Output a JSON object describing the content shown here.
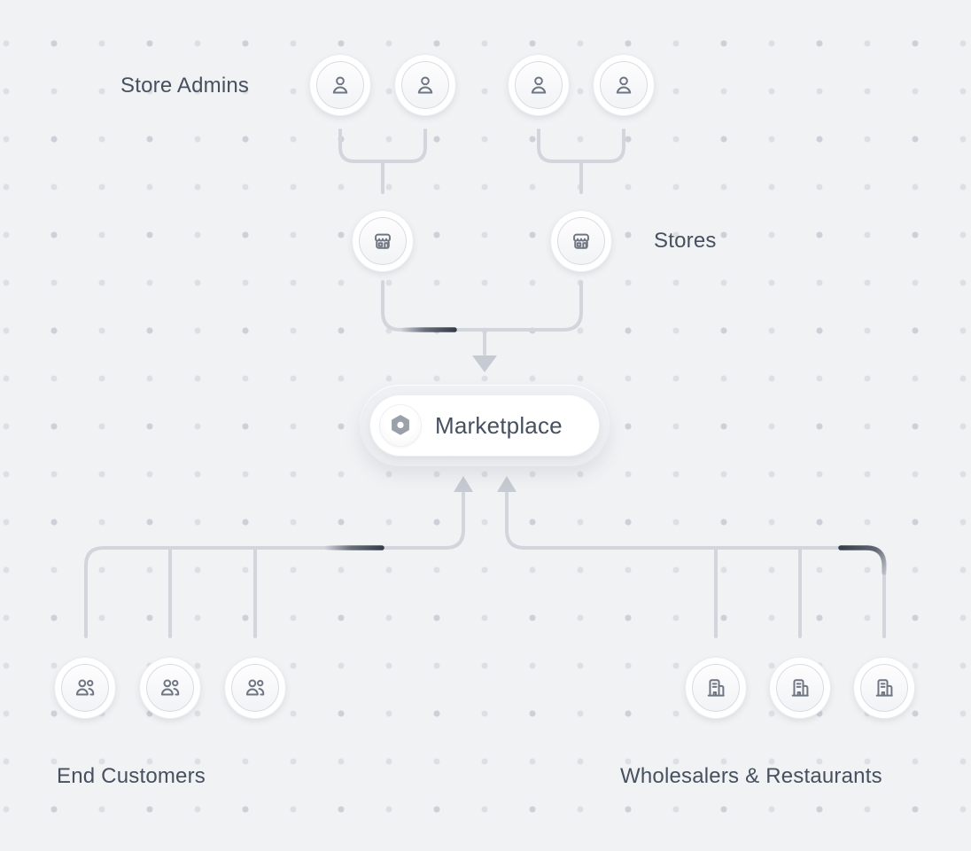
{
  "diagram": {
    "title": "Marketplace architecture diagram",
    "labels": {
      "store_admins": "Store Admins",
      "stores": "Stores",
      "marketplace": "Marketplace",
      "end_customers": "End Customers",
      "wholesalers": "Wholesalers & Restaurants"
    },
    "nodes": {
      "store_admins": {
        "count": 4,
        "icon": "user-icon"
      },
      "stores": {
        "count": 2,
        "icon": "storefront-icon"
      },
      "marketplace": {
        "count": 1,
        "icon": "medusa-logo-icon"
      },
      "end_customers": {
        "count": 3,
        "icon": "users-icon"
      },
      "wholesalers": {
        "count": 3,
        "icon": "building-icon"
      }
    },
    "flows": [
      {
        "from": "store_admins",
        "to": "stores"
      },
      {
        "from": "stores",
        "to": "marketplace"
      },
      {
        "from": "end_customers",
        "to": "marketplace"
      },
      {
        "from": "wholesalers",
        "to": "marketplace"
      }
    ],
    "colors": {
      "background": "#f1f2f4",
      "dot-dark": "#ccd0d7",
      "dot-light": "#dcdfe3",
      "line": "#d2d5dc",
      "pulse": "#3d4452",
      "icon": "#6f7683",
      "text": "#46505f",
      "arrow": "#c6cbd3",
      "logo": "#9aa1ab"
    }
  }
}
